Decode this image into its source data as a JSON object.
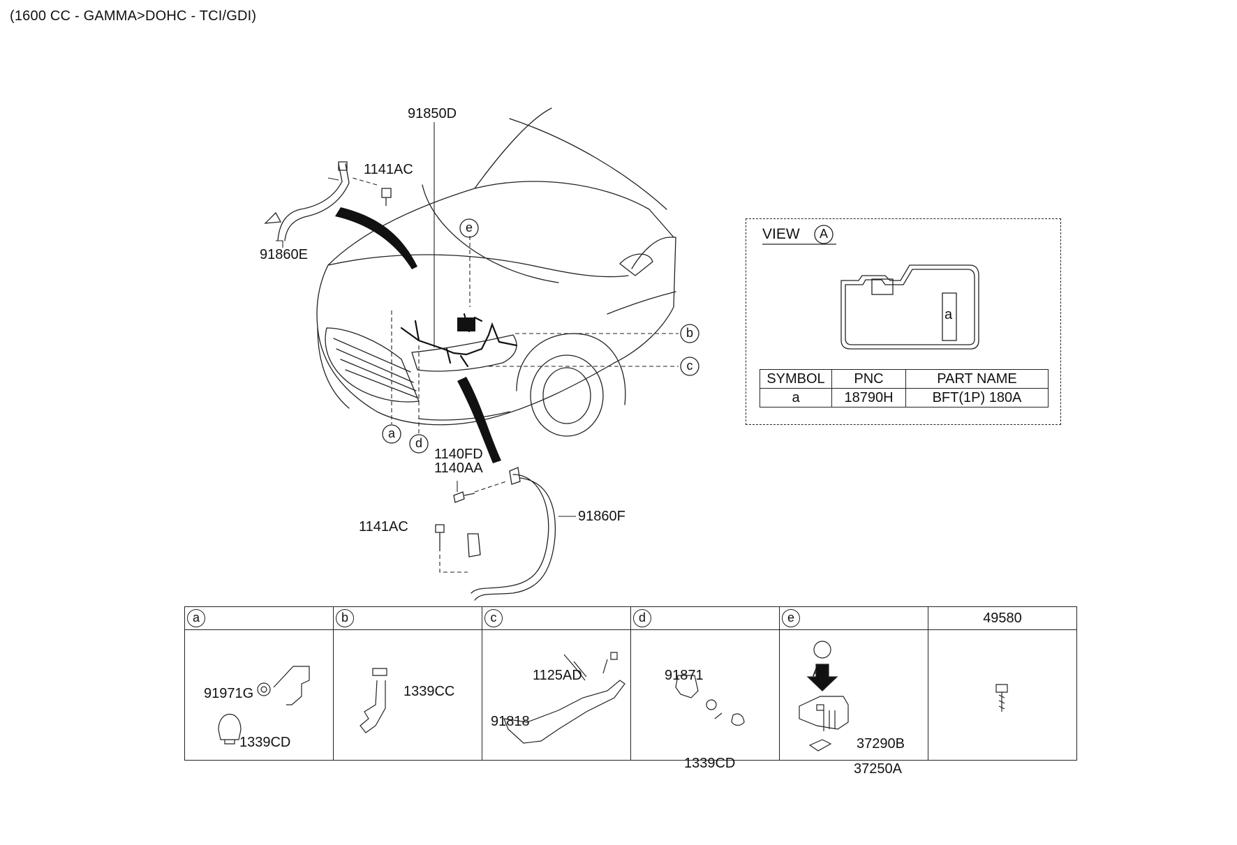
{
  "header": {
    "engine": "(1600 CC - GAMMA>DOHC - TCI/GDI)"
  },
  "diagram": {
    "callouts": {
      "p91850D": "91850D",
      "p1141AC_top": "1141AC",
      "p91860E": "91860E",
      "p1140FD": "1140FD",
      "p1140AA": "1140AA",
      "p1141AC_bottom": "1141AC",
      "p91860F": "91860F"
    },
    "markers": {
      "a": "a",
      "b": "b",
      "c": "c",
      "d": "d",
      "e": "e"
    }
  },
  "view_a": {
    "title": "VIEW",
    "circle": "A",
    "box_symbol": "a",
    "table": {
      "headers": [
        "SYMBOL",
        "PNC",
        "PART NAME"
      ],
      "rows": [
        [
          "a",
          "18790H",
          "BFT(1P) 180A"
        ]
      ]
    }
  },
  "detail_table": {
    "cells": [
      {
        "letter": "a",
        "pnc": "",
        "parts": [
          "91971G",
          "1339CD"
        ]
      },
      {
        "letter": "b",
        "pnc": "",
        "parts": [
          "1339CC"
        ]
      },
      {
        "letter": "c",
        "pnc": "",
        "parts": [
          "1125AD",
          "91818"
        ]
      },
      {
        "letter": "d",
        "pnc": "",
        "parts": [
          "91871",
          "1339CD"
        ]
      },
      {
        "letter": "e",
        "pnc": "",
        "parts": [
          "A",
          "37290B",
          "37250A"
        ]
      },
      {
        "letter": "",
        "pnc": "49580",
        "parts": []
      }
    ]
  }
}
